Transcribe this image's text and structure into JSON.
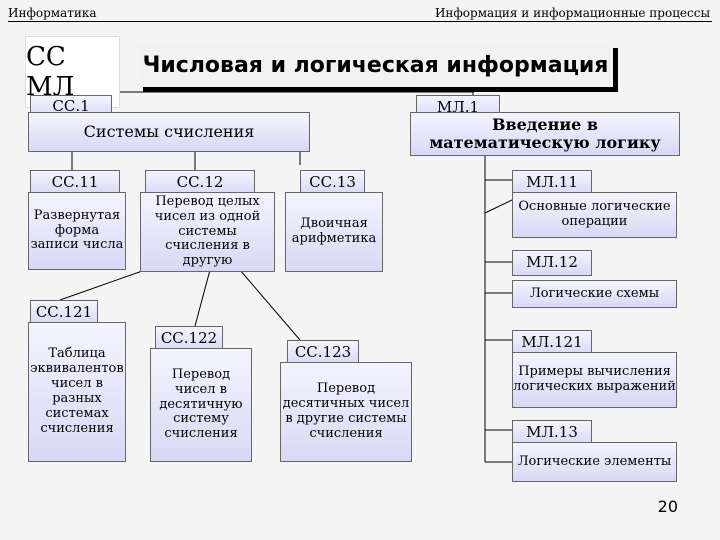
{
  "header": {
    "left": "Информатика",
    "right": "Информация и информационные процессы"
  },
  "logo": "СС МЛ",
  "title": "Числовая и логическая информация",
  "nodes": {
    "cc1_code": "СС.1",
    "cc1_label": "Системы счисления",
    "ml1_code": "МЛ.1",
    "ml1_label": "Введение в математическую логику",
    "cc11_code": "СС.11",
    "cc11_label": "Развернутая форма записи числа",
    "cc12_code": "СС.12",
    "cc12_label": "Перевод целых чисел из одной системы счисления в другую",
    "cc13_code": "СС.13",
    "cc13_label": "Двоичная арифметика",
    "ml11_code": "МЛ.11",
    "ml11_label": "Основные логические операции",
    "ml12_code": "МЛ.12",
    "ml12_label": "Логические схемы",
    "cc121_code": "СС.121",
    "cc121_label": "Таблица эквивалентов чисел в разных системах счисления",
    "cc122_code": "СС.122",
    "cc122_label": "Перевод чисел в десятичную систему счисления",
    "cc123_code": "СС.123",
    "cc123_label": "Перевод десятичных чисел в другие системы счисления",
    "ml121_code": "МЛ.121",
    "ml121_label": "Примеры вычисления логических выражений",
    "ml13_code": "МЛ.13",
    "ml13_label": "Логические элементы"
  },
  "page_number": "20"
}
